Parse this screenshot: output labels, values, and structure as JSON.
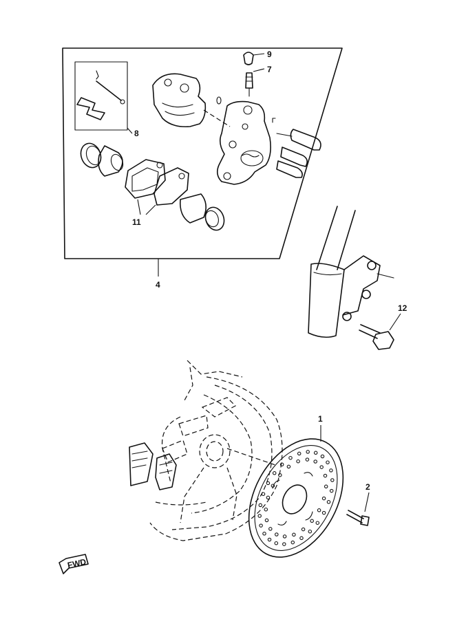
{
  "callouts": {
    "c1": "1",
    "c2": "2",
    "c4": "4",
    "c7": "7",
    "c8": "8",
    "c9": "9",
    "c11": "11",
    "c12": "12"
  },
  "fwd_label": "FWD"
}
